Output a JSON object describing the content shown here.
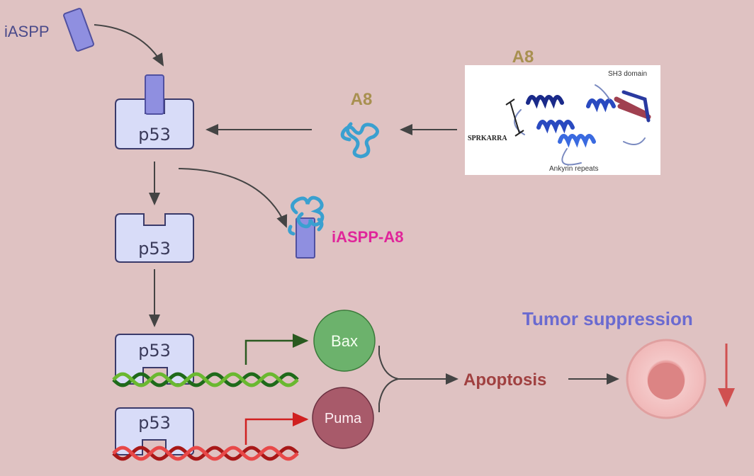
{
  "labels": {
    "iaspp": "iASPP",
    "p53": "p53",
    "a8": "A8",
    "a8_structure_title": "A8",
    "iaspp_a8": "iASPP-A8",
    "bax": "Bax",
    "puma": "Puma",
    "apoptosis": "Apoptosis",
    "tumor_suppression": "Tumor suppression"
  },
  "structure_image": {
    "sh3_domain": "SH3 domain",
    "sprkarra": "SPRKARRA",
    "ankyrin_repeats": "Ankyrin repeats"
  },
  "colors": {
    "background": "#dfc2c2",
    "p53_box": "#d8dcf8",
    "iaspp_bar": "#8f8fe0",
    "a8_coil": "#3aa0d0",
    "a8_label": "#a89050",
    "iaspp_a8_label": "#e0259a",
    "bax": "#6cb26c",
    "puma": "#a85a6a",
    "apoptosis": "#a04040",
    "tumor_suppression": "#6a6ad0",
    "dna_green": "#3a8a2a",
    "dna_red": "#d03030",
    "decrease_arrow": "#d05050"
  }
}
